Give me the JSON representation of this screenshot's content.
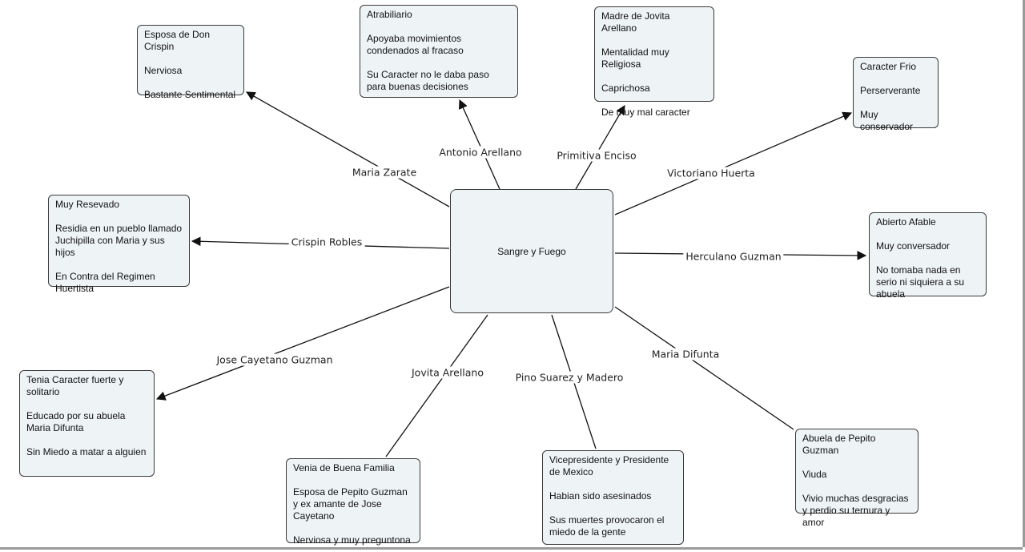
{
  "center": {
    "label": "Sangre y Fuego"
  },
  "links": [
    {
      "label": "Maria Zarate",
      "node": [
        "Esposa de Don Crispin",
        "Nerviosa",
        "Bastante Sentimental"
      ]
    },
    {
      "label": "Antonio Arellano",
      "node": [
        "Atrabiliario",
        "Apoyaba movimientos condenados al fracaso",
        "Su Caracter no le daba paso para buenas decisiones"
      ]
    },
    {
      "label": "Primitiva Enciso",
      "node": [
        "Madre de Jovita Arellano",
        "Mentalidad muy Religiosa",
        "Caprichosa",
        "De muy mal caracter"
      ]
    },
    {
      "label": "Victoriano Huerta",
      "node": [
        "Caracter Frio",
        "Perserverante",
        "Muy conservador"
      ]
    },
    {
      "label": "Crispin Robles",
      "node": [
        "Muy Resevado",
        "Residia en un pueblo llamado Juchipilla con Maria y sus hijos",
        "En Contra del Regimen Huertista"
      ]
    },
    {
      "label": "Herculano Guzman",
      "node": [
        "Abierto Afable",
        "Muy conversador",
        "No tomaba nada en serio ni siquiera a su abuela"
      ]
    },
    {
      "label": "Jose Cayetano Guzman",
      "node": [
        "Tenia Caracter fuerte y solitario",
        "Educado por su abuela Maria Difunta",
        "Sin Miedo a matar a alguien"
      ]
    },
    {
      "label": "Jovita Arellano",
      "node": [
        "Venia de Buena Familia",
        "Esposa de Pepito Guzman y ex amante de Jose Cayetano",
        "Nerviosa y muy preguntona"
      ]
    },
    {
      "label": "Pino Suarez y Madero",
      "node": [
        "Vicepresidente y Presidente de Mexico",
        "Habian sido asesinados",
        "Sus muertes provocaron el miedo de la gente"
      ]
    },
    {
      "label": "Maria Difunta",
      "node": [
        "Abuela de Pepito Guzman",
        "Viuda",
        "Vivio muchas desgracias y perdio su ternura y amor"
      ]
    }
  ]
}
